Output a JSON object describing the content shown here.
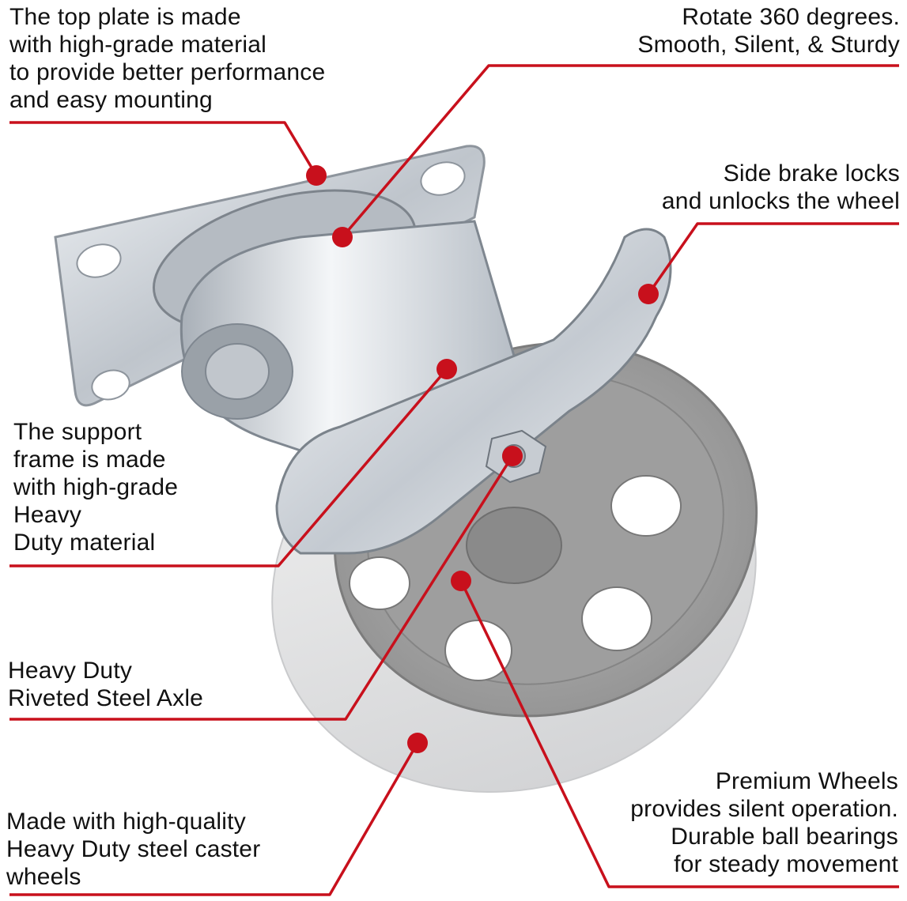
{
  "colors": {
    "accent": "#c8101c",
    "leader": "#c8101c",
    "text": "#111111",
    "metal": "#c9cfd6",
    "wheel": "#d9dadc"
  },
  "callouts": {
    "top_plate": {
      "lines": [
        "The top plate is made",
        "with high-grade material",
        "to provide better performance",
        "and easy mounting"
      ]
    },
    "swivel": {
      "lines": [
        "Rotate 360 degrees.",
        "Smooth, Silent, & Sturdy"
      ]
    },
    "brake": {
      "lines": [
        "Side brake locks",
        "and unlocks the wheel"
      ]
    },
    "frame": {
      "lines": [
        "The support",
        "frame is made",
        "with high-grade",
        "Heavy",
        "Duty material"
      ]
    },
    "axle": {
      "lines": [
        "Heavy Duty",
        "Riveted Steel Axle"
      ]
    },
    "steel_wheels": {
      "lines": [
        "Made with high-quality",
        "Heavy Duty steel caster",
        "wheels"
      ]
    },
    "premium": {
      "lines": [
        "Premium Wheels",
        "provides silent operation.",
        "Durable ball bearings",
        "for steady movement"
      ]
    }
  }
}
